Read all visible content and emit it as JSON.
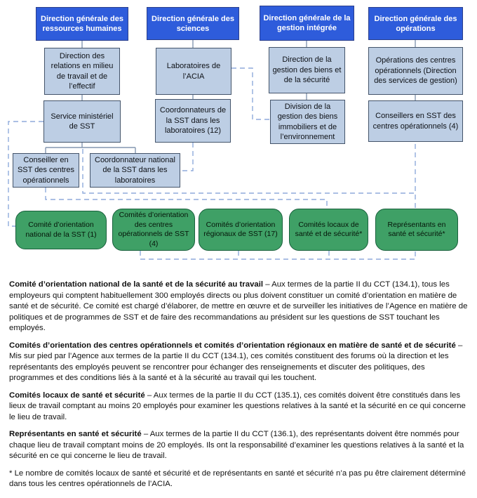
{
  "palette": {
    "header_fill": "#2E5CDB",
    "header_border": "#2B3F8C",
    "unit_fill": "#BDCEE4",
    "unit_border": "#44546A",
    "committee_fill": "#3FA066",
    "committee_border": "#19603C",
    "solid_line": "#8496B0",
    "dashed_line": "#8FAADC"
  },
  "chart": {
    "boxes": {
      "dg_rh": "Direction générale des ressources humaines",
      "dg_sciences": "Direction générale des sciences",
      "dg_gestion": "Direction générale de la gestion intégrée",
      "dg_operations": "Direction générale des opérations",
      "dir_relations": "Direction des relations en milieu de travail et de l’effectif",
      "laboratoires": "Laboratoires de l’ACIA",
      "dir_gestion_biens": "Direction de la gestion des biens et de la sécurité",
      "operations_centres": "Opérations des centres opérationnels (Direction des services de gestion)",
      "service_ministeriel": "Service ministériel de SST",
      "coordonnateurs_labs": "Coordonnateurs de la SST dans les laboratoires (12)",
      "division_gestion": "Division de la gestion des biens immobiliers et de l’environnement",
      "conseillers_sst": "Conseillers en SST des centres opérationnels (4)",
      "conseiller_centres": "Conseiller en SST des centres opérationnels",
      "coordonnateur_national": "Coordonnateur national de la SST dans les laboratoires",
      "comite_national": "Comité d’orientation national de la SST (1)",
      "comites_centres": "Comités d’orientation des centres opérationnels de SST (4)",
      "comites_regionaux": "Comités d’orientation régionaux de SST (17)",
      "comites_locaux": "Comités locaux de santé et de sécurité*",
      "representants": "Représentants en santé et sécurité*"
    }
  },
  "text": {
    "paragraphs": [
      {
        "lead": "Comité d’orientation national de la santé et de la sécurité au travail",
        "body": "– Aux termes de la partie II du CCT (134.1), tous les employeurs qui comptent habituellement 300 employés directs ou plus doivent constituer un comité d’orientation en matière de santé et de sécurité. Ce comité est chargé d’élaborer, de mettre en œuvre et de surveiller les initiatives de l’Agence en matière de politiques et de programmes de SST et de faire des recommandations au président sur les questions de SST touchant les employés."
      },
      {
        "lead": "Comités d’orientation des centres opérationnels et comités d’orientation régionaux en matière de santé et de sécurité",
        "body": "– Mis sur pied par l’Agence aux termes de la partie II du CCT (134.1), ces comités constituent des forums où la direction et les représentants des employés peuvent se rencontrer pour échanger des renseignements et discuter des politiques, des programmes et des conditions liés à la santé et à la sécurité au travail qui les touchent."
      },
      {
        "lead": "Comités locaux de santé et sécurité",
        "body": "– Aux termes de la partie II du CCT (135.1), ces comités doivent être constitués dans les lieux de travail comptant au moins 20 employés pour examiner les questions relatives à la santé et la sécurité en ce qui concerne le lieu de travail."
      },
      {
        "lead": "Représentants en santé et sécurité",
        "body": "– Aux termes de la partie II du CCT (136.1), des représentants doivent être nommés pour chaque lieu de travail comptant moins de 20 employés. Ils ont la responsabilité d’examiner les questions relatives à la santé et la sécurité en ce qui concerne le lieu de travail."
      }
    ],
    "footnote": "* Le nombre de comités locaux de santé et sécurité et de représentants en santé et sécurité n’a pas pu être clairement déterminé dans tous les centres opérationnels de l’ACIA."
  }
}
